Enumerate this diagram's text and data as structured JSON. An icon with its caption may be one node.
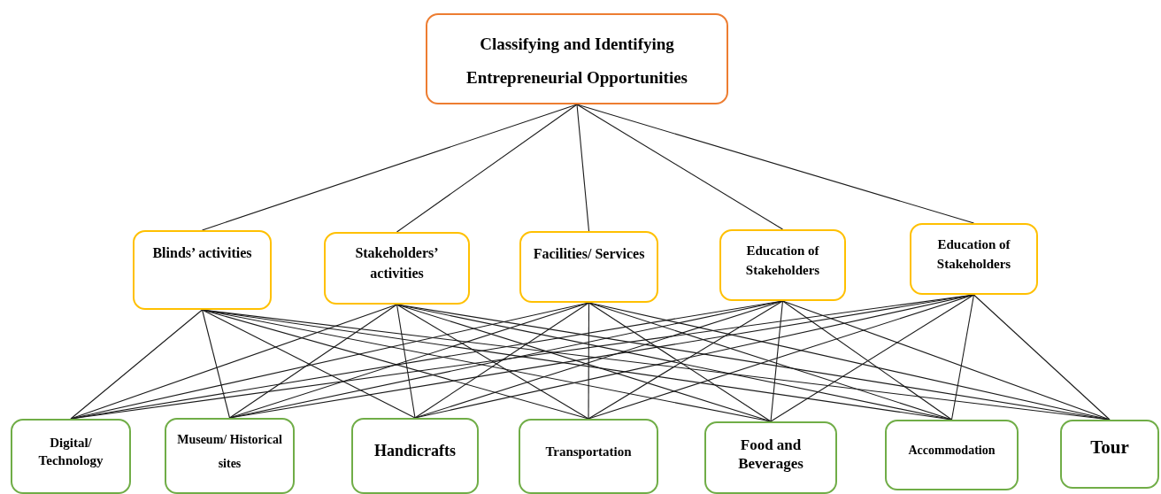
{
  "diagram": {
    "nodes": [
      {
        "text": [
          "Classifying and Identifying Entrepreneurial Opportunities"
        ]
      },
      {
        "text": [
          "Blinds’ activities"
        ]
      },
      {
        "text": [
          "Stakeholders’ activities"
        ]
      },
      {
        "text": [
          "Facilities/ Services"
        ]
      },
      {
        "text": [
          "Education of Stakeholders"
        ]
      },
      {
        "text": [
          "Education of Stakeholders"
        ]
      },
      {
        "text": [
          "Digital/ Technology"
        ]
      },
      {
        "text": [
          "Museum/ Historical sites"
        ]
      },
      {
        "text": [
          "Handicrafts"
        ]
      },
      {
        "text": [
          "Transportation"
        ]
      },
      {
        "text": [
          "Food and Beverages"
        ]
      },
      {
        "text": [
          "Accommodation"
        ]
      },
      {
        "text": [
          "Tour"
        ]
      }
    ],
    "edges": [
      {
        "from": 0,
        "to": 1,
        "arrow": "none"
      },
      {
        "from": 0,
        "to": 2,
        "arrow": "none"
      },
      {
        "from": 0,
        "to": 3,
        "arrow": "none"
      },
      {
        "from": 0,
        "to": 4,
        "arrow": "none"
      },
      {
        "from": 0,
        "to": 5,
        "arrow": "none"
      },
      {
        "from": 1,
        "to": 6,
        "arrow": "none"
      },
      {
        "from": 1,
        "to": 7,
        "arrow": "none"
      },
      {
        "from": 1,
        "to": 8,
        "arrow": "none"
      },
      {
        "from": 1,
        "to": 9,
        "arrow": "none"
      },
      {
        "from": 1,
        "to": 10,
        "arrow": "none"
      },
      {
        "from": 1,
        "to": 11,
        "arrow": "none"
      },
      {
        "from": 1,
        "to": 12,
        "arrow": "none"
      },
      {
        "from": 2,
        "to": 6,
        "arrow": "none"
      },
      {
        "from": 2,
        "to": 7,
        "arrow": "none"
      },
      {
        "from": 2,
        "to": 8,
        "arrow": "none"
      },
      {
        "from": 2,
        "to": 9,
        "arrow": "none"
      },
      {
        "from": 2,
        "to": 10,
        "arrow": "none"
      },
      {
        "from": 2,
        "to": 11,
        "arrow": "none"
      },
      {
        "from": 2,
        "to": 12,
        "arrow": "none"
      },
      {
        "from": 3,
        "to": 6,
        "arrow": "none"
      },
      {
        "from": 3,
        "to": 7,
        "arrow": "none"
      },
      {
        "from": 3,
        "to": 8,
        "arrow": "none"
      },
      {
        "from": 3,
        "to": 9,
        "arrow": "none"
      },
      {
        "from": 3,
        "to": 10,
        "arrow": "none"
      },
      {
        "from": 3,
        "to": 11,
        "arrow": "none"
      },
      {
        "from": 3,
        "to": 12,
        "arrow": "none"
      },
      {
        "from": 4,
        "to": 6,
        "arrow": "none"
      },
      {
        "from": 4,
        "to": 7,
        "arrow": "none"
      },
      {
        "from": 4,
        "to": 8,
        "arrow": "none"
      },
      {
        "from": 4,
        "to": 9,
        "arrow": "none"
      },
      {
        "from": 4,
        "to": 10,
        "arrow": "none"
      },
      {
        "from": 4,
        "to": 11,
        "arrow": "none"
      },
      {
        "from": 4,
        "to": 12,
        "arrow": "none"
      },
      {
        "from": 5,
        "to": 6,
        "arrow": "none"
      },
      {
        "from": 5,
        "to": 7,
        "arrow": "none"
      },
      {
        "from": 5,
        "to": 8,
        "arrow": "none"
      },
      {
        "from": 5,
        "to": 9,
        "arrow": "none"
      },
      {
        "from": 5,
        "to": 10,
        "arrow": "none"
      },
      {
        "from": 5,
        "to": 11,
        "arrow": "none"
      },
      {
        "from": 5,
        "to": 12,
        "arrow": "none"
      }
    ]
  }
}
